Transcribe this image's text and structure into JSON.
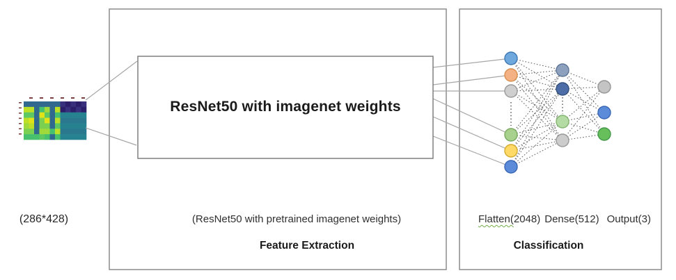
{
  "input_image": {
    "caption": "(286*428)"
  },
  "feature_extraction": {
    "box_label": "ResNet50 with imagenet weights",
    "caption": "(ResNet50 with pretrained imagenet weights)",
    "section_label": "Feature Extraction"
  },
  "classification": {
    "flatten_prefix": "Flatten(",
    "flatten_rest": "2048)",
    "dense_label": "Dense(512)",
    "output_label": "Output(3)",
    "section_label": "Classification"
  },
  "colors": {
    "box_border": "#8c8c8c",
    "inner_box_border": "#7f7f7f",
    "connector_line": "#a6a6a6",
    "edge_dotted": "#4d4d4d",
    "grammar_underline": "#70ad47",
    "tick_mark": "#7b3f3f"
  },
  "network": {
    "layers": [
      {
        "name": "flatten-layer",
        "nodes": [
          {
            "fill": "#6fa8dc",
            "stroke": "#3d78b4"
          },
          {
            "fill": "#f4b183",
            "stroke": "#d9904f"
          },
          {
            "fill": "#cfcfcf",
            "stroke": "#9a9a9a"
          },
          {
            "fill": "#a9d18e",
            "stroke": "#7aa95f"
          },
          {
            "fill": "#ffd966",
            "stroke": "#d4ab2f"
          },
          {
            "fill": "#5b8bd9",
            "stroke": "#3a67b5"
          }
        ]
      },
      {
        "name": "dense-layer",
        "nodes": [
          {
            "fill": "#8da0bd",
            "stroke": "#5f7596"
          },
          {
            "fill": "#4d6da6",
            "stroke": "#34517f"
          },
          {
            "fill": "#b5dba5",
            "stroke": "#84b46f"
          },
          {
            "fill": "#cccccc",
            "stroke": "#999999"
          }
        ]
      },
      {
        "name": "output-layer",
        "nodes": [
          {
            "fill": "#c4c4c4",
            "stroke": "#959595"
          },
          {
            "fill": "#5b8bd9",
            "stroke": "#3a67b5"
          },
          {
            "fill": "#66bf5a",
            "stroke": "#44994a"
          }
        ]
      }
    ]
  },
  "spectrogram_palette": {
    "purples": [
      "#2d1e69",
      "#38307c"
    ],
    "teals": [
      "#26828e",
      "#2a788e",
      "#31688e"
    ],
    "greens": [
      "#7ad151",
      "#bddf26",
      "#dfe318",
      "#48c16e",
      "#9fda3a",
      "#5ec962"
    ]
  }
}
